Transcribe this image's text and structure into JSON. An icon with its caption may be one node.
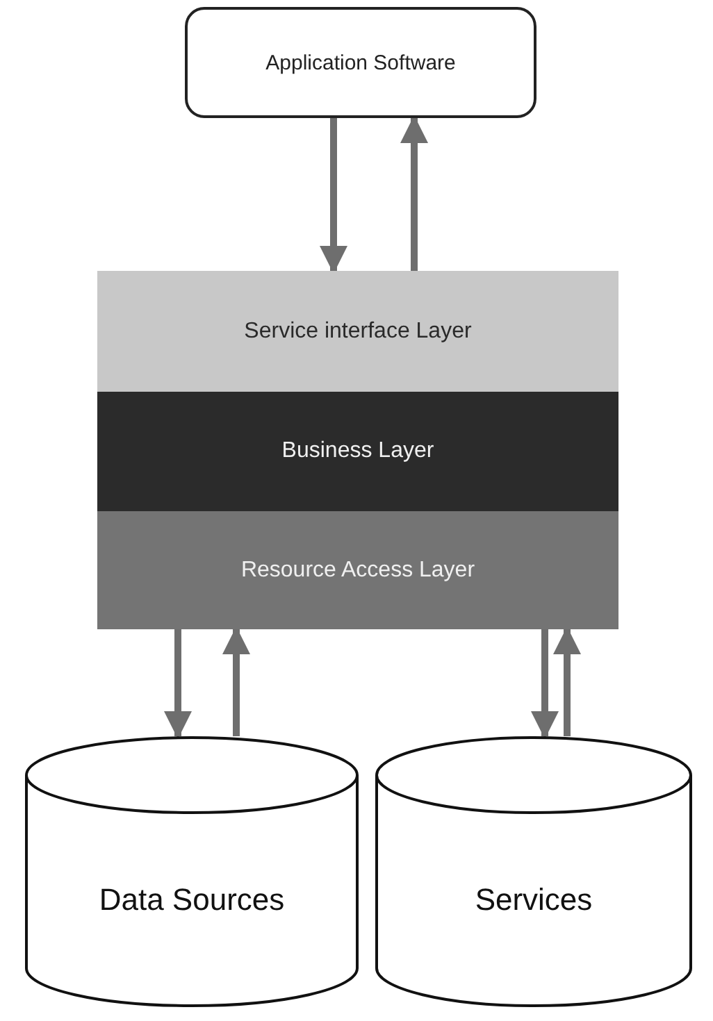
{
  "diagram": {
    "nodes": [
      {
        "text": [
          "Application Software"
        ]
      },
      {
        "text": [
          "Service interface Layer"
        ]
      },
      {
        "text": [
          "Business Layer"
        ]
      },
      {
        "text": [
          "Resource Access Layer"
        ]
      },
      {
        "text": [
          "Data Sources"
        ]
      },
      {
        "text": [
          "Services"
        ]
      }
    ],
    "edges": [
      {
        "from": 0,
        "to": 1,
        "arrow": "to"
      },
      {
        "from": 1,
        "to": 0,
        "arrow": "to"
      },
      {
        "from": 3,
        "to": 4,
        "arrow": "to"
      },
      {
        "from": 4,
        "to": 3,
        "arrow": "to"
      },
      {
        "from": 3,
        "to": 5,
        "arrow": "to"
      },
      {
        "from": 5,
        "to": 3,
        "arrow": "to"
      }
    ]
  }
}
